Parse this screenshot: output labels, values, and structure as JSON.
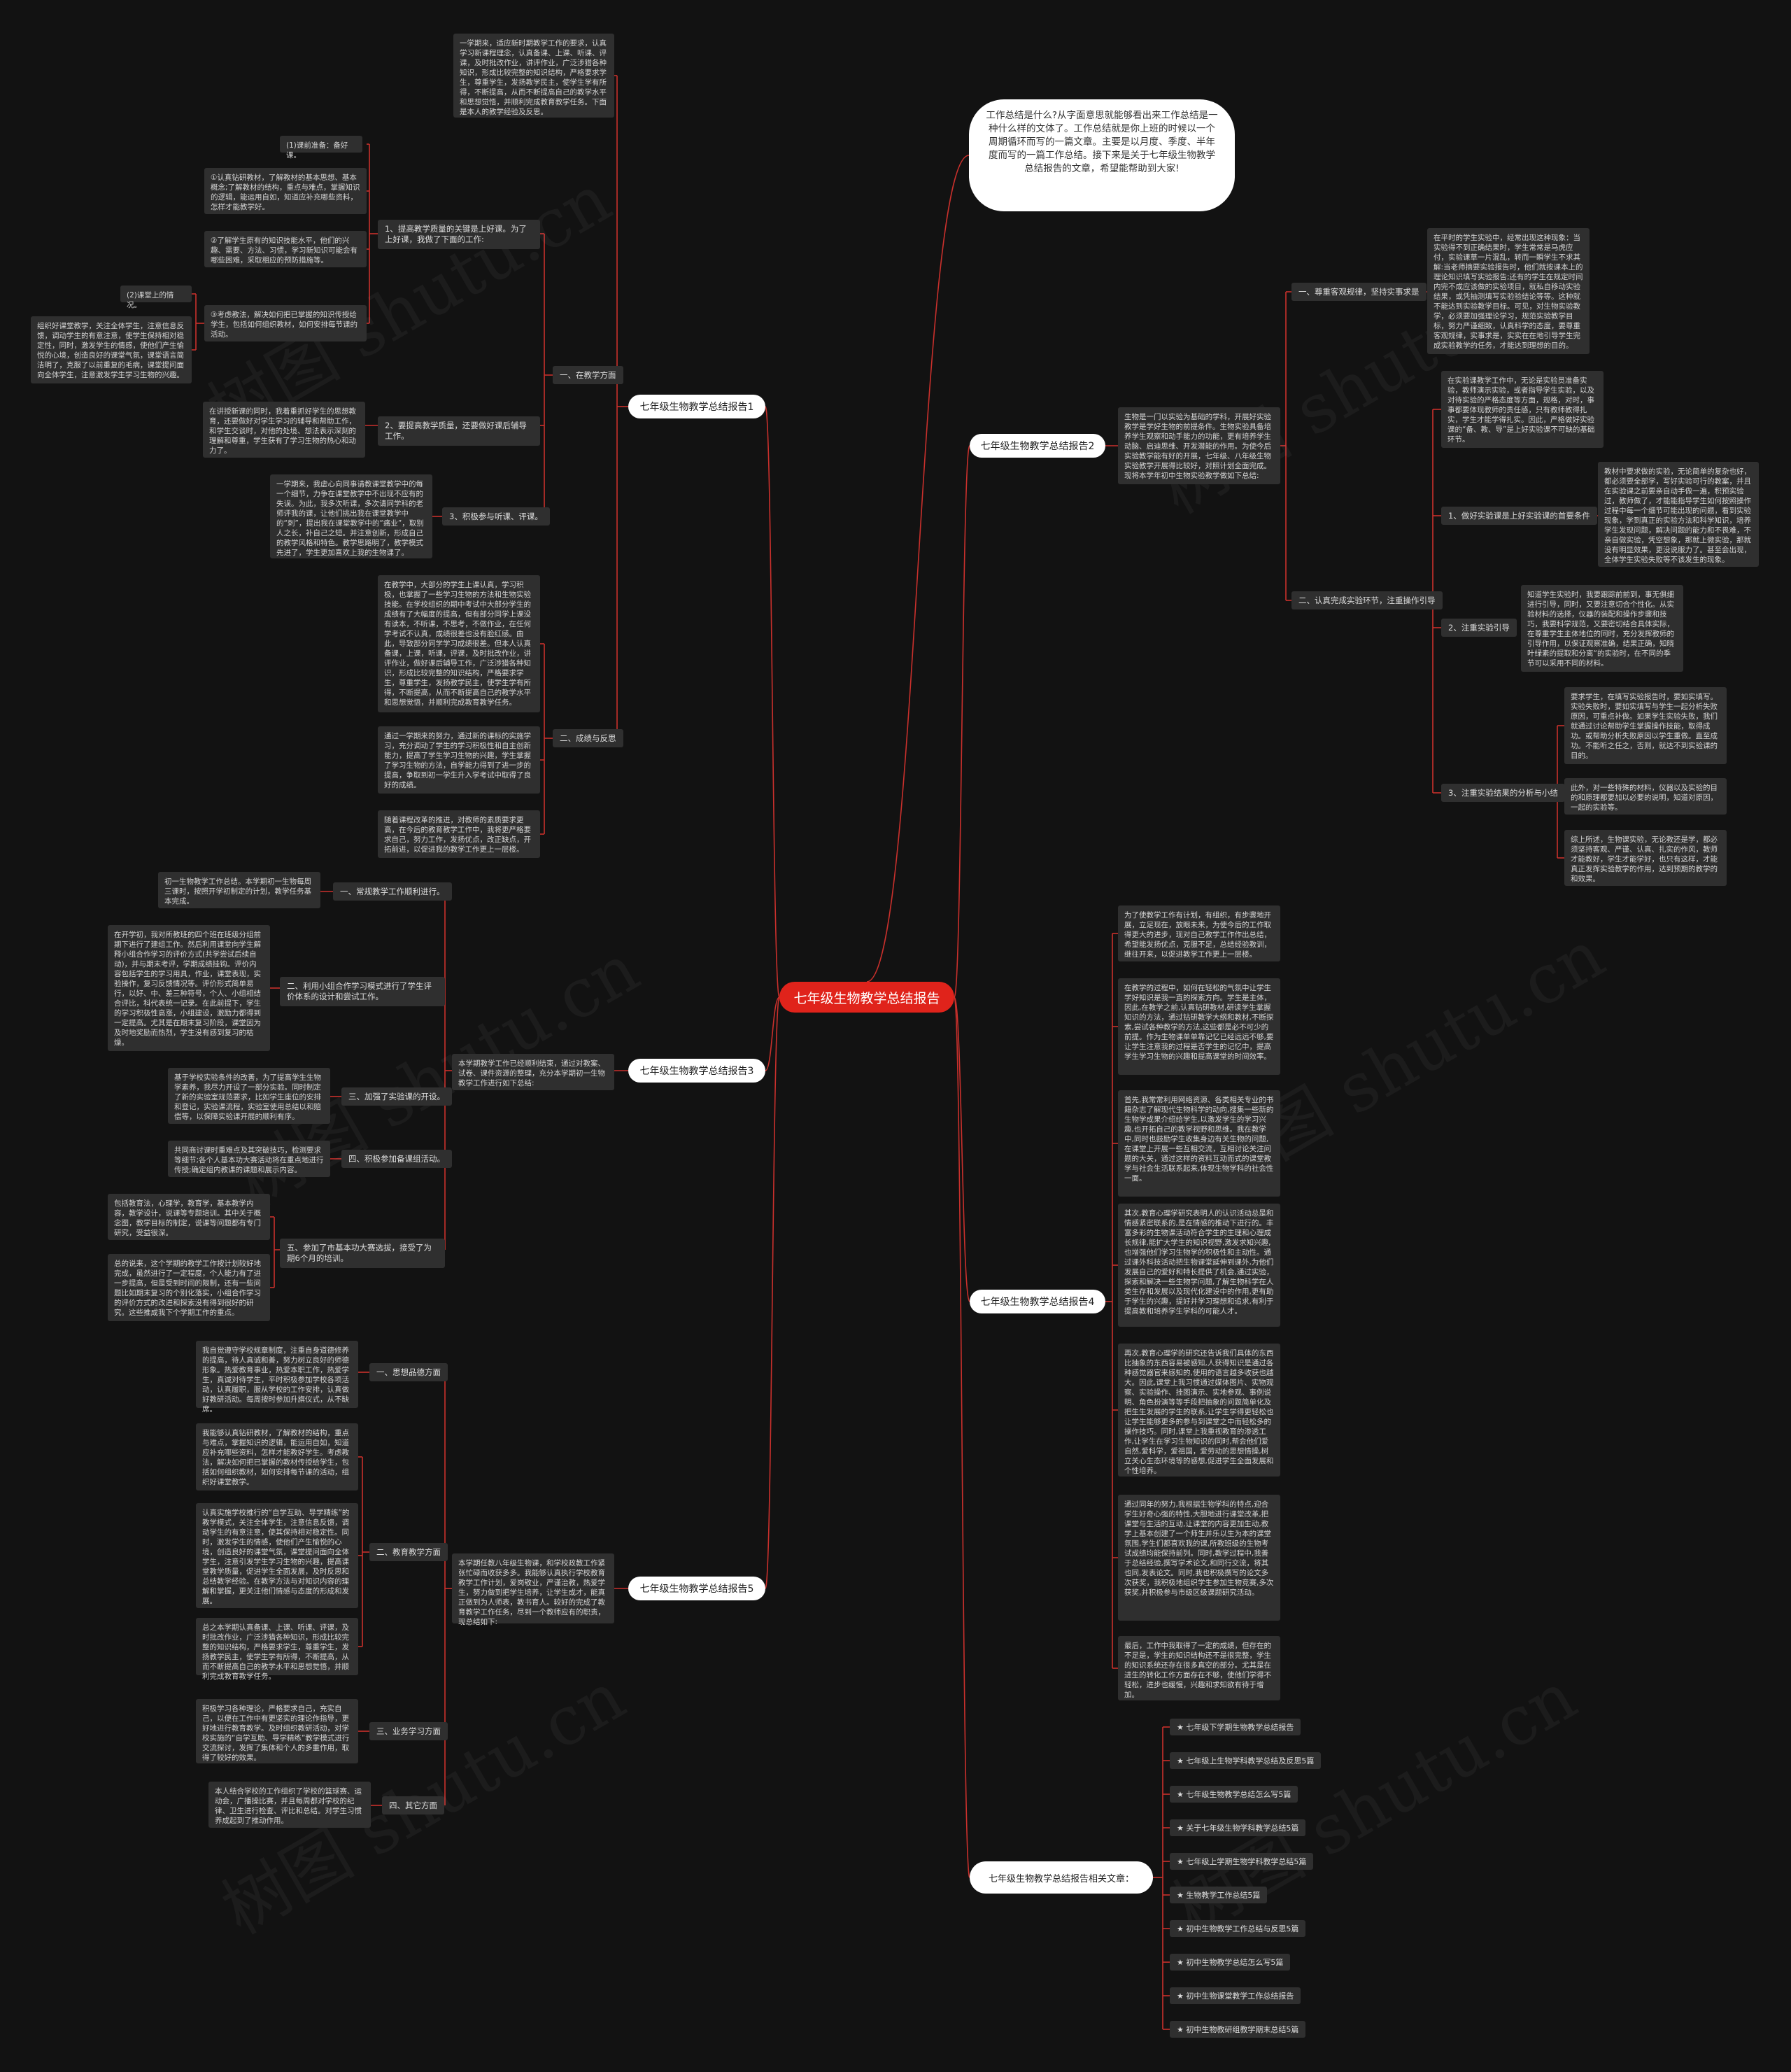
{
  "root": "七年级生物教学总结报告",
  "intro": "工作总结是什么?从字面意思就能够看出来工作总结是一种什么样的文体了。工作总结就是你上班的时候以一个周期循环而写的一篇文章。主要是以月度、季度、半年度而写的一篇工作总结。接下来是关于七年级生物教学总结报告的文章，希望能帮助到大家!",
  "watermark": "树图 shutu.cn",
  "r1": {
    "title": "七年级生物教学总结报告1",
    "intro": "一学期来，适应新时期教学工作的要求，认真学习新课程理念，认真备课、上课、听课、评课，及时批改作业，讲评作业，广泛涉猎各种知识，形成比较完整的知识结构，严格要求学生，尊重学生，发扬教学民主，使学生学有所得，不断提高，从而不断提高自己的教学水平和思想觉悟，并顺利完成教育教学任务。下面是本人的教学经验及反思。",
    "s1": "一、在教学方面",
    "s1a": "1、提高教学质量的关键是上好课。为了上好课，我做了下面的工作:",
    "s1a_i1": "(1)课前准备：备好课。",
    "s1a_i2": "①认真钻研教材，了解教材的基本思想、基本概念;了解教材的结构，重点与难点，掌握知识的逻辑，能运用自如，知道应补充哪些资料，怎样才能教学好。",
    "s1a_i3": "②了解学生原有的知识技能水平，他们的兴趣、需要、方法、习惯，学习新知识可能会有哪些困难，采取相应的预防措施等。",
    "s1a_i4": "③考虑教法，解决如何把已掌握的知识传授给学生，包括如何组织教材，如何安排每节课的活动。",
    "s1a_i5": "(2)课堂上的情况。",
    "s1a_i5c": "组织好课堂教学，关注全体学生，注意信息反馈，调动学生的有意注意，使学生保持相对稳定性，同时，激发学生的情感，使他们产生愉悦的心境，创造良好的课堂气氛，课堂语言简洁明了，克服了以前重复的毛病，课堂提问面向全体学生，注意激发学生学习生物的兴趣。",
    "s1b": "2、要提高教学质量，还要做好课后辅导工作。",
    "s1b_c": "在讲授新课的同时，我着重抓好学生的思想教育，还要做好对学生学习的辅导和帮助工作，和学生交谈时，对他的处境、想法表示深刻的理解和尊重，学生获有了学习生物的热心和动力了。",
    "s1c": "3、积极参与听课、评课。",
    "s1c_c": "一学期来，我虚心向同事请教课堂教学中的每一个细节，力争在课堂教学中不出现不应有的失误。为此，我多次听课，多次请同学科的老师评我的课，让他们挑出我在课堂教学中的“刺”，提出我在课堂教学中的“痛业”，取别人之长，补自己之短。并注意创新，形成自己的教学风格和特色。教学思路明了，教学模式先进了，学生更加喜欢上我的生物课了。",
    "s2": "二、成绩与反思",
    "s2_c1": "在教学中，大部分的学生上课认真，学习积极，也掌握了一些学习生物的方法和生物实验技能。在学校组织的期中考试中大部分学生的成绩有了大幅度的提高，但有部分同学上课没有读本，不听课，不思考，不做作业，在任何学考试不认真，成绩很差也没有脸红感。由此，导致部分同学学习成绩很差。但本人认真备课，上课，听课，评课，及时批改作业，讲评作业，做好课后辅导工作，广泛涉猎各种知识，形成比较完整的知识结构，严格要求学生，尊重学生，发扬教学民主，使学生学有所得，不断提高，从而不断提高自己的教学水平和思想觉悟，并顺利完成教育教学任务。",
    "s2_c2": "通过一学期来的努力，通过新的课标的实施学习，充分调动了学生的学习积极性和自主创新能力，提高了学生学习生物的兴趣，学生掌握了学习生物的方法，自学能力得到了进一步的提高，争取到初一学生升入学考试中取得了良好的成绩。",
    "s2_c3": "随着课程改革的推进，对教师的素质要求更高，在今后的教育教学工作中，我将更严格要求自己，努力工作，发扬优点，改正缺点，开拓前进，以促进我的教学工作更上一层楼。"
  },
  "r2": {
    "title": "七年级生物教学总结报告2",
    "intro": "生物是一门以实验为基础的学科，开展好实验教学是学好生物的前提条件。生物实验具备培养学生观察和动手能力的功能，更有培养学生动脑、启迪思维、开发潜能的作用。为使今后实验教学能有好的开展，七年级、八年级生物实验教学开展得比较好，对照计划全面完成。现将本学年初中生物实验教学做如下总结:",
    "s1": "一、尊重客观规律，坚持实事求是",
    "s1_c": "在平时的学生实验中，经常出现这种现象：当实验得不到正确结果时，学生常常是马虎应付，实验课草一片混乱，转而一瞬学生不求其解:当老师摘要实验报告时，他们就按课本上的理论知识填写实验报告;还有的学生在规定时间内完不成应该做的实验项目，就私自移动实验结果，或凭抽测填写实验验结论等等。这种就不能达到实验教学目标。可见，对生物实验教学，必须要加强理论学习，规范实验教学目标，努力严谨细致，认真科学的态度，要尊重客观规律，实事求是，实实在在地引导学生完成实验教学的任务，才能达到理想的目的。",
    "s2": "二、认真完成实验环节，注重操作引导",
    "s2a_c": "在实验课教学工作中，无论是实验员准备实验，教师演示实验，或者指导学生实验，以及对待实验的严格态度等方面，规格，对时，事事都要体现教师的责任感，只有教师教得扎实，学生才能学得扎实。因此，严格做好实验课的“备、教、导”是上好实验课不可缺的基础环节。",
    "s2b": "1、做好实验课是上好实验课的首要条件",
    "s2b_c": "教材中要求做的实验，无论简单的复杂也好，都必须要全部学，写好实验可行的教案，并且在实验课之前要亲自动手做一遍，积预实验过，教师做了，才能能指导学生如何按照操作过程中每一个细节可能出现的问题，看到实验现象，学到真正的实验方法和科学知识，培养学生发现问题，解决问题的能力和不畏难，不亲自做实验，凭空想象，那就上微实验，那就没有明显效果，更没说服力了。甚至会出现，全体学生实验失败等不该发生的现象。",
    "s2c": "2、注重实验引导",
    "s2c_c": "知道学生实验时，我要跟踪前前到，事无俱细进行引导，同时，又要注意切合个性化。从实验材料的选择，仪器的装配和操作步骤和技巧，我要科学规范，又要密切结合具体实际，在尊重学生主体地位的同时，充分发挥教师的引导作用，以保证观察准确，结果正确，知晓叶绿素的提取和分离“的实验时，在不同的季节可以采用不同的材料。",
    "s3": "3、注重实验结果的分析与小结",
    "s3_c1": "要求学生，在填写实验报告时，要如实填写。实验失败时，要如实填写与学生一起分析失败原因，可重点补做。如果学生实验失败，我们就通过讨论帮助学生掌握操作技能，取得成功。或帮助分析失败原因以学生重做。直至成功。不能听之任之，否则，就达不到实验课的目的。",
    "s3_c2": "此外，对一些特殊的材料，仪器以及实验的目的和原理都要加以必要的说明，知道对原因，一起的实验等。",
    "s3_c3": "综上所述，生物课实验，无论教还是学，都必须坚持客观、严谨、认真、扎实的作风，教师才能教好，学生才能学好，也只有这样，才能真正发挥实验教学的作用，达到预期的教学的和效果。"
  },
  "r3": {
    "title": "七年级生物教学总结报告3",
    "intro": "本学期教学工作已经顺利结束，通过对教案、试卷、课件资源的整理，充分本学期初一生物教学工作进行如下总结:",
    "s1": "一、常规教学工作顺利进行。",
    "s1_c": "初一生物教学工作总结。本学期初一生物每周三课时，按照开学初制定的计划，教学任务基本完成。",
    "s2": "二、利用小组合作学习模式进行了学生评价体系的设计和尝试工作。",
    "s2_c": "在开学初，我对所教班的四个班在班级分组前期下进行了建组工作。然后利用课堂向学生解释小组合作学习的评价方式(共学尝试后续自动)，并与期末考评，学期成绩挂钩。评价内容包括学生的学习用具，作业，课堂表现，实验操作，复习反馈情况等。评价形式简单易行，以好、中、差三种符号，个人、小组相结合评比，科代表统一记录。在此前提下，学生的学习积极性高涨，小组建设，激励力都得到一定提高。尤其是在期末复习阶段，课堂因为及时地奖励而热烈，学生没有感到复习的枯燥。",
    "s3": "三、加强了实验课的开设。",
    "s3_c": "基于学校实验条件的改善，为了提高学生生物学素养，我尽力开设了一部分实验。同时制定了新的实验室规范要求，比如学生座位的安排和登记，实验课流程，实验室使用总结以和赔偿等，以保障实验课开展的顺利有序。",
    "s4": "四、积极参加备课组活动。",
    "s4_c": "共同商讨课时重难点及其突破技巧，检测要求等细节;各个人基本功大赛活动将在重点地进行传授;确定组内教课的课题和展示内容。",
    "s5": "五、参加了市基本功大赛选拔，接受了为期6个月的培训。",
    "s5_c1": "包括教育法，心理学，教育学，基本教学内容，教学设计，说课等专题培训。其中关于概念图，教学目标的制定，说课等问题都有专门研究，受益很深。",
    "s5_c2": "总的说来，这个学期的教学工作按计划较好地完成，虽然进行了一定程度，个人能力有了进一步提高，但是受到时间的限制，还有一些问题比如期末复习的个别化落实，小组合作学习的评价方式的改进和探索没有得到很好的研究。这些推成我下个学期工作的重点。"
  },
  "r4": {
    "title": "七年级生物教学总结报告4",
    "c1": "为了使教学工作有计划，有组织，有步骤地开展，立足现在，放眼未来，为使今后的工作取得更大的进步，现对自己教学工作作出总结，希望能发扬优点，克服不足，总结经验教训，继往开来，以促进教学工作更上一层楼。",
    "c2": "在教学的过程中，如何在轻松的气氛中让学生学好知识是我一直的探索方向。学生是主体，因此,在教学之前,认真钻研教材,研读学生掌握知识的方法，通过钻研教学大纲和教材,不断探索,尝试各种教学的方法,这些都是必不可少的前提。作为生物课单单靠记忆已经远远不够,要让学生注意我的过程是否学生的记忆中，提高学生学习生物的兴趣和提高课堂的时间效率。",
    "c3": "首先,我常常利用网络资源、各类相关专业的书籍杂志了解现代生物科学的动向,搜集一些新的生物学成果介绍给学生,以激发学生的学习兴趣,也开拓自己的教学视野和思维。我在教学中,同时也鼓励学生收集身边有关生物的问题,在课堂上开展一些互相交流，互相讨论关注问题的大关，通过这样的资料互动而式的课堂教学与社会生活联系起来,体现生物学科的社会性一面。",
    "c4": "其次,教育心理学研究表明人的认识活动总是和情感紧密联系的,是在情感的推动下进行的。丰富多彩的生物课活动符合学生的生理和心理成长规律,能扩大学生的知识视野,激发求知兴趣,也增强他们学习生物学的积极性和主动性。通过课外科技活动把生物课堂延伸到课外,为他们发展自己的爱好和特长提供了机会,通过实验，探索和解决一些生物学问题,了解生物科学在人类生存和发展以及现代化建设中的作用,更有助于学生的兴趣，提好并学习理想和追求,有利于提高教和培养学生学科的可能人才。",
    "c5": "再次,教育心理学的研究还告诉我们具体的东西比抽象的东西容易被感知,人获得知识是通过各种感觉器官来感知的,使用的语言越多收获也越大。因此,课堂上我习惯通过媒体图片、实物观察、实验操作、挂图演示、实地参观、事例说明、角色扮演等等手段把抽象的问题简单化及把生生发展的学生的联系,让学生学得更轻松也让学生能够更多的参与到课堂之中而轻松多的操作技巧。同时,课堂上我重视教育的渗透工作,让学生在学习生物知识的同时,帮会他们爱自然,爱科学，爱祖国，爱劳动的思想情操,树立关心生态环境等的感想,促进学生全面发展和个性培养。",
    "c6": "通过同年的努力,我根据生物学科的特点,迎合学生好奇心强的特性,大胆地进行课堂改革,把课堂与生活的互动,让课堂的内容更加生动,教学上基本创建了一个师生并乐以生为本的课堂氛围,学生们都喜欢我的课,所教班级的生物考试成绩均能保持前列。同时,教学过程中,我善于总结经验,撰写学术论文,和同行交流，将其也同,发表论文。同时,我也积极撰写的论文多次获奖，我积极地组织学生参加生物竞赛,多次获奖,并积极参与市级区级课题研究活动。",
    "c7": "最后，工作中我取得了一定的成绩，但存在的不足是，学生的知识结构还不是很完整，学生的知识系统还存在很多真空的部分。尤其是在进生的转化工作方面存在不够，使他们学得不轻松，进步也缓慢，兴趣和求知欲有待于增加。"
  },
  "r5": {
    "title": "七年级生物教学总结报告5",
    "intro": "本学期任教八年级生物课，和学校政教工作紧张忙碌而收获多多。我能够认真执行学校教育教学工作计划，爱岗敬业，严谨治教，热爱学生，努力做到把学生培养，让学生成才，能真正做到为人师表，教书育人。较好的完成了教育教学工作任务，尽到一个教师应有的职责，现总结如下:",
    "s1": "一、思想品德方面",
    "s1_c": "我自觉遵守学校规章制度，注重自身道德修养的提高，待人真诚和善，努力树立良好的师德形象。热爱教育事业，热爱本职工作，热爱学生，真诚对待学生，平时积极参加学校各项活动，认真履职，服从学校的工作安排，认真做好教研活动。每周按时参加升旗仪式，从不缺席。",
    "s2": "二、教育教学方面",
    "s2_c1": "我能够认真钻研教材，了解教材的结构，重点与难点，掌握知识的逻辑，能运用自如，知道应补充哪些资料，怎样才能教好学生。考虑教法，解决如何把已掌握的教材传授给学生，包括如何组织教材，如何安排每节课的活动，组织好课堂教学。",
    "s2_c2": "认真实施学校推行的“自学互助、导学精练”的教学模式，关注全体学生，注意信息反馈，调动学生的有意注意，使其保持相对稳定性。同时，激发学生的情感，使他们产生愉悦的心境，创造良好的课堂气氛，课堂提问面向全体学生，注意引发学生学习生物的兴趣，提高课堂教学质量，促进学生全面发展，及时反思和总结教学经验。在教学方法与对知识内容的理解和掌握，更关注他们情感与态度的形成和发展。",
    "s2_c3": "总之本学期认真备课、上课、听课、评课，及时批改作业，广泛涉猎各种知识，形成比较完整的知识结构，严格要求学生，尊重学生，发扬教学民主，使学生学有所得，不断提高，从而不断提高自己的教学水平和思想觉悟，并顺利完成教育教学任务。",
    "s3": "三、业务学习方面",
    "s3_c": "积极学习各种理论，严格要求自己，充实自己，以便在工作中有更坚实的理论作指导，更好地进行教育教学。及时组织教研活动，对学校实施的“自学互助、导学精练”教学模式进行交流探讨，发挥了集体和个人的多重作用，取得了较好的效果。",
    "s4": "四、其它方面",
    "s4_c": "本人结合学校的工作组织了学校的篮球赛、运动会，广播操比赛，并且每周都对学校的纪律、卫生进行检查、评比和总结。对学生习惯养成起到了推动作用。"
  },
  "related": {
    "title": "七年级生物教学总结报告相关文章：",
    "items": [
      "★ 七年级下学期生物教学总结报告",
      "★ 七年级上生物学科教学总结及反思5篇",
      "★ 七年级生物教学总结怎么写5篇",
      "★ 关于七年级生物学科教学总结5篇",
      "★ 七年级上学期生物学科教学总结5篇",
      "★ 生物教学工作总结5篇",
      "★ 初中生物教学工作总结与反思5篇",
      "★ 初中生物教学总结怎么写5篇",
      "★ 初中生物课堂教学工作总结报告",
      "★ 初中生物教研组教学期末总结5篇"
    ]
  }
}
